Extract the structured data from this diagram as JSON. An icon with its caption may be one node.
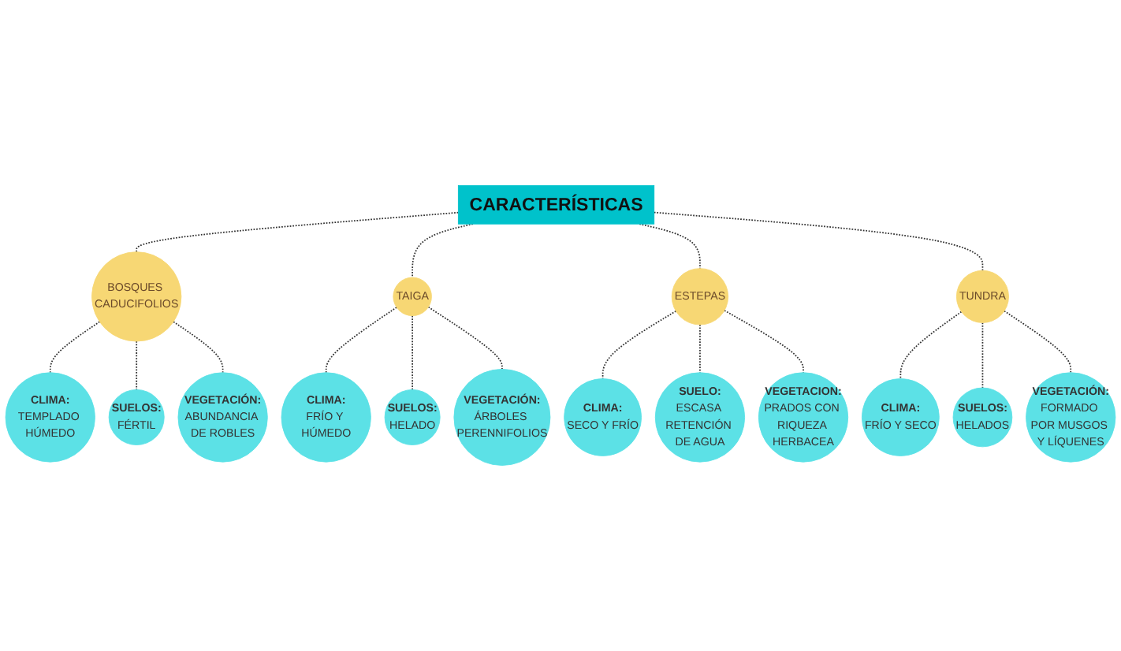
{
  "diagram": {
    "nodes": [
      {
        "text": [
          "CARACTERÍSTICAS"
        ]
      },
      {
        "text": [
          "BOSQUES CADUCIFOLIOS"
        ]
      },
      {
        "text": [
          "CLIMA:",
          "TEMPLADO HÚMEDO"
        ]
      },
      {
        "text": [
          "SUELOS:",
          "FÉRTIL"
        ]
      },
      {
        "text": [
          "VEGETACIÓN:",
          "ABUNDANCIA DE ROBLES"
        ]
      },
      {
        "text": [
          "TAIGA"
        ]
      },
      {
        "text": [
          "CLIMA:",
          "FRÍO Y HÚMEDO"
        ]
      },
      {
        "text": [
          "SUELOS:",
          "HELADO"
        ]
      },
      {
        "text": [
          "VEGETACIÓN:",
          "ÁRBOLES PERENNIFOLIOS"
        ]
      },
      {
        "text": [
          "ESTEPAS"
        ]
      },
      {
        "text": [
          "CLIMA:",
          "SECO Y FRÍO"
        ]
      },
      {
        "text": [
          "SUELO:",
          "ESCASA RETENCIÓN DE AGUA"
        ]
      },
      {
        "text": [
          "VEGETACION:",
          "PRADOS CON RIQUEZA HERBACEA"
        ]
      },
      {
        "text": [
          "TUNDRA"
        ]
      },
      {
        "text": [
          "CLIMA:",
          "FRÍO Y SECO"
        ]
      },
      {
        "text": [
          "SUELOS:",
          "HELADOS"
        ]
      },
      {
        "text": [
          "VEGETACIÓN:",
          "FORMADO POR MUSGOS Y LÍQUENES"
        ]
      }
    ],
    "edges": [
      {
        "from": 0,
        "to": 1,
        "arrow": "none",
        "style": "dashed"
      },
      {
        "from": 0,
        "to": 5,
        "arrow": "none",
        "style": "dashed"
      },
      {
        "from": 0,
        "to": 9,
        "arrow": "none",
        "style": "dashed"
      },
      {
        "from": 0,
        "to": 13,
        "arrow": "none",
        "style": "dashed"
      },
      {
        "from": 1,
        "to": 2,
        "arrow": "none",
        "style": "dashed"
      },
      {
        "from": 1,
        "to": 3,
        "arrow": "none",
        "style": "dashed"
      },
      {
        "from": 1,
        "to": 4,
        "arrow": "none",
        "style": "dashed"
      },
      {
        "from": 5,
        "to": 6,
        "arrow": "none",
        "style": "dashed"
      },
      {
        "from": 5,
        "to": 7,
        "arrow": "none",
        "style": "dashed"
      },
      {
        "from": 5,
        "to": 8,
        "arrow": "none",
        "style": "dashed"
      },
      {
        "from": 9,
        "to": 10,
        "arrow": "none",
        "style": "dashed"
      },
      {
        "from": 9,
        "to": 11,
        "arrow": "none",
        "style": "dashed"
      },
      {
        "from": 9,
        "to": 12,
        "arrow": "none",
        "style": "dashed"
      },
      {
        "from": 13,
        "to": 14,
        "arrow": "none",
        "style": "dashed"
      },
      {
        "from": 13,
        "to": 15,
        "arrow": "none",
        "style": "dashed"
      },
      {
        "from": 13,
        "to": 16,
        "arrow": "none",
        "style": "dashed"
      }
    ]
  }
}
